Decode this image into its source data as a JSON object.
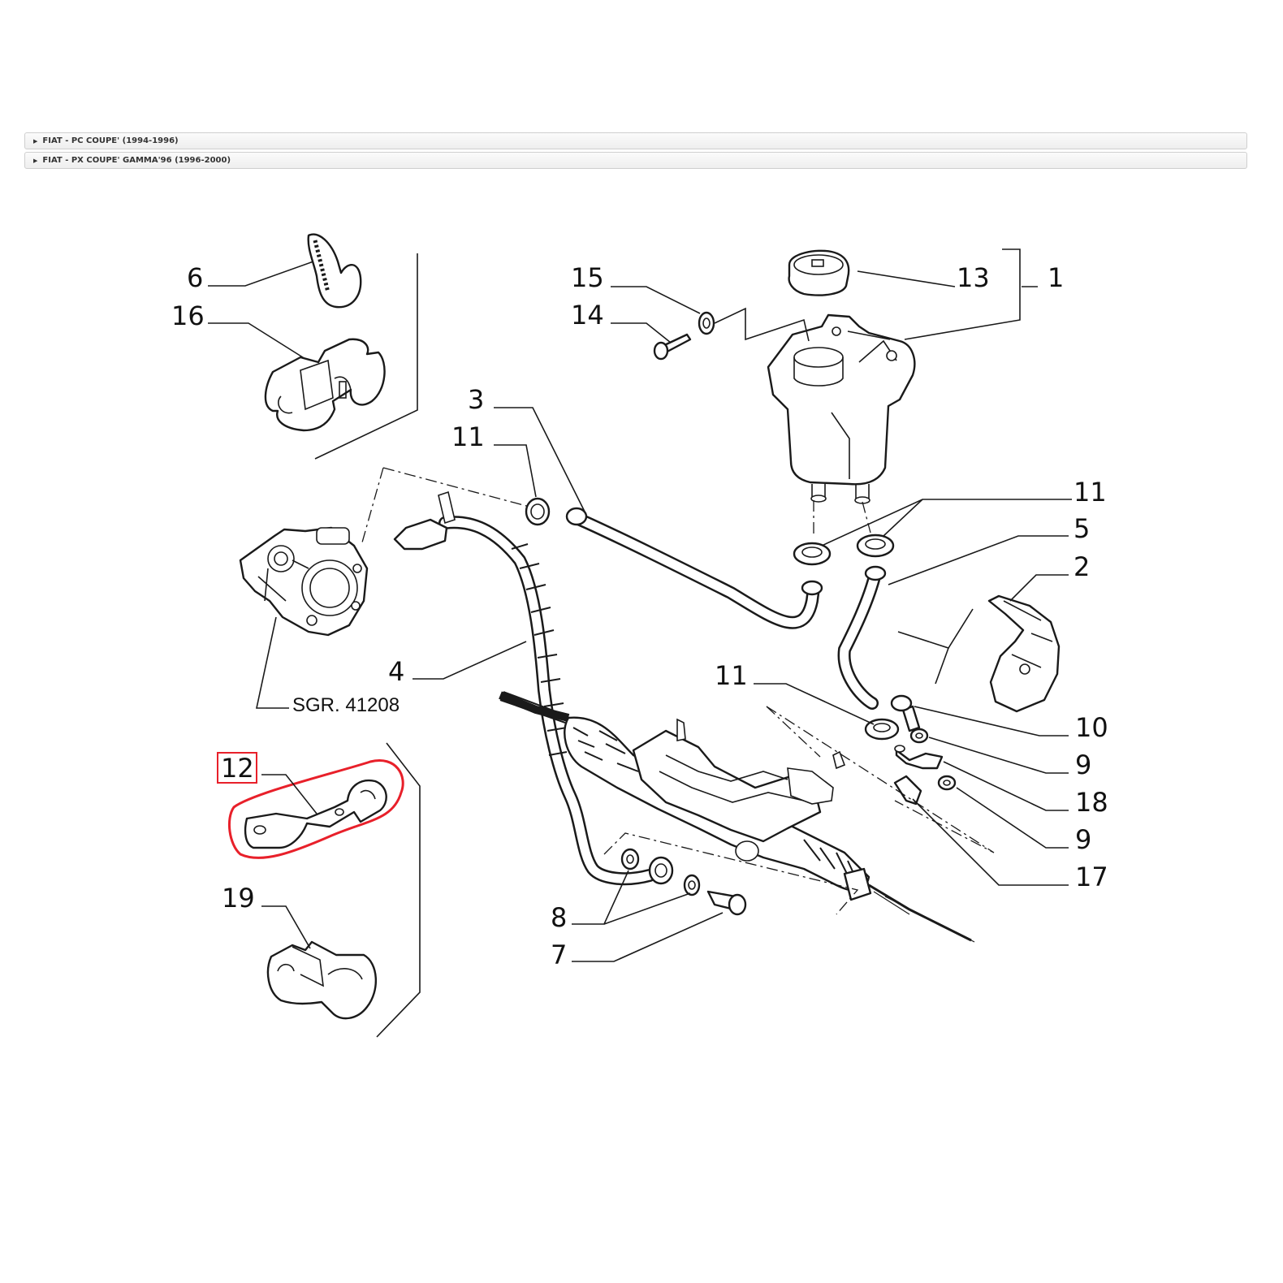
{
  "accordion": {
    "items": [
      {
        "label": "FIAT - PC COUPE' (1994-1996)"
      },
      {
        "label": "FIAT - PX COUPE' GAMMA'96 (1996-2000)"
      }
    ]
  },
  "diagram": {
    "callouts": {
      "c1": "1",
      "c2": "2",
      "c3": "3",
      "c4": "4",
      "c5": "5",
      "c6": "6",
      "c7": "7",
      "c8": "8",
      "c9a": "9",
      "c9b": "9",
      "c10": "10",
      "c11a": "11",
      "c11b": "11",
      "c11c": "11",
      "c12": "12",
      "c13": "13",
      "c14": "14",
      "c15": "15",
      "c16": "16",
      "c17": "17",
      "c18": "18",
      "c19": "19"
    },
    "reference_label": "SGR. 41208",
    "highlight": {
      "part": "12",
      "color": "#e8202a"
    }
  }
}
